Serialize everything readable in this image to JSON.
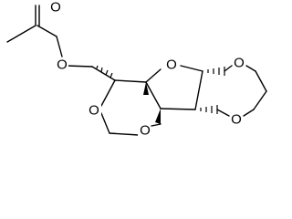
{
  "molecule": {
    "atoms": {
      "o_carbonyl": "O",
      "o_ester": "O",
      "o_furan": "O",
      "o_dioxolane_top": "O",
      "o_dioxolane_bottom": "O",
      "o_dioxane_left": "O",
      "o_dioxane_bottom": "O"
    }
  }
}
